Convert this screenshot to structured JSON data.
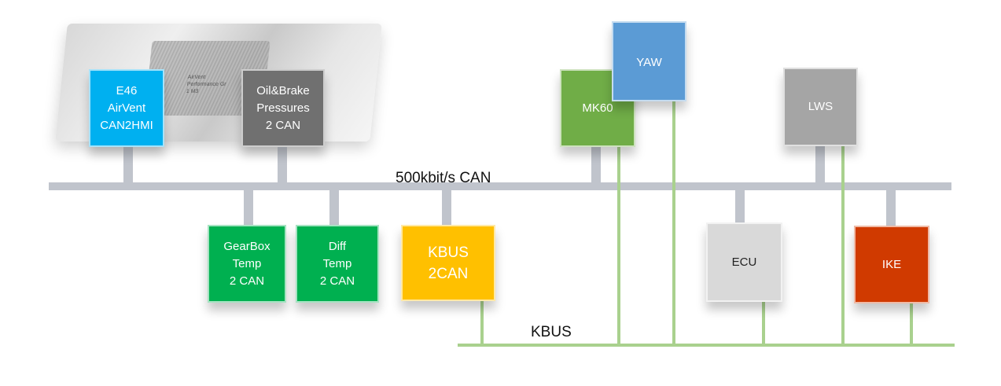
{
  "bus_labels": {
    "can": "500kbit/s CAN",
    "kbus": "KBUS"
  },
  "nodes": {
    "e46": {
      "label": "E46\nAirVent\nCAN2HMI",
      "color": "#00b0f0"
    },
    "oil": {
      "label": "Oil&Brake\nPressures\n2 CAN",
      "color": "#707070"
    },
    "gearbox": {
      "label": "GearBox\nTemp\n2 CAN",
      "color": "#00b050"
    },
    "diff": {
      "label": "Diff\nTemp\n2 CAN",
      "color": "#00b050"
    },
    "kbus2can": {
      "label": "KBUS\n2CAN",
      "color": "#ffc000"
    },
    "mk60": {
      "label": "MK60",
      "color": "#70ad47"
    },
    "yaw": {
      "label": "YAW",
      "color": "#5b9bd5"
    },
    "lws": {
      "label": "LWS",
      "color": "#a5a5a5"
    },
    "ecu": {
      "label": "ECU",
      "color": "#d9d9d9"
    },
    "ike": {
      "label": "IKE",
      "color": "#d03a00"
    }
  },
  "photo_text": "AirVent\nPerformance Gr\n1 M3"
}
